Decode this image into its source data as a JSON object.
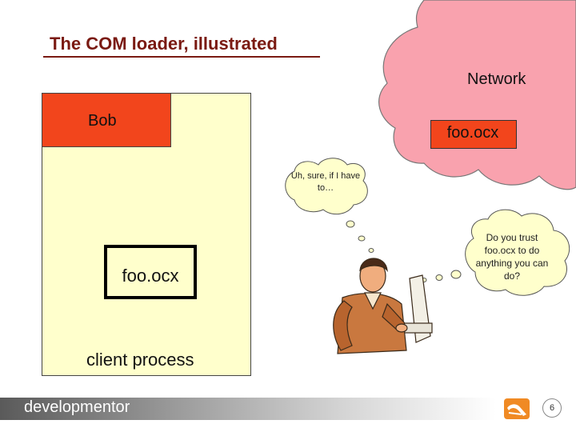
{
  "slide": {
    "title": "The COM loader, illustrated",
    "page_number": "6"
  },
  "network": {
    "label": "Network",
    "remote_component": "foo.ocx"
  },
  "client_process": {
    "label": "client process",
    "user": "Bob",
    "local_component": "foo.ocx"
  },
  "thoughts": {
    "user_reply": "Uh, sure, if I have to…",
    "question": "Do you trust foo.ocx to do anything you can do?"
  },
  "footer": {
    "brand": "developmentor"
  },
  "colors": {
    "title": "#7a1a12",
    "cloud": "#f9a2ae",
    "component": "#f2451c",
    "process": "#ffffcc",
    "bubble": "#ffffcc"
  },
  "icons": {
    "user_figure": "person-at-computer-clipart",
    "brand_logo": "developmentor-logo"
  }
}
